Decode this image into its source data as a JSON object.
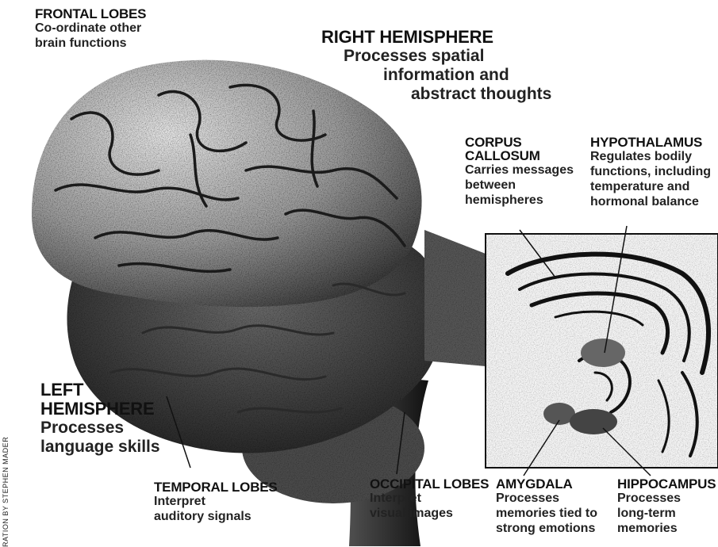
{
  "labels": {
    "frontal_lobes": {
      "title": "FRONTAL LOBES",
      "lines": [
        "Co-ordinate other",
        "brain functions"
      ]
    },
    "right_hemisphere": {
      "title": "RIGHT HEMISPHERE",
      "lines": [
        "Processes spatial",
        "information and",
        "abstract thoughts"
      ]
    },
    "corpus_callosum": {
      "title_lines": [
        "CORPUS",
        "CALLOSUM"
      ],
      "lines": [
        "Carries messages",
        "between",
        "hemispheres"
      ]
    },
    "hypothalamus": {
      "title": "HYPOTHALAMUS",
      "lines": [
        "Regulates bodily",
        "functions, including",
        "temperature and",
        "hormonal balance"
      ]
    },
    "left_hemisphere": {
      "title_lines": [
        "LEFT",
        "HEMISPHERE"
      ],
      "lines": [
        "Processes",
        "language skills"
      ]
    },
    "temporal_lobes": {
      "title": "TEMPORAL LOBES",
      "lines": [
        "Interpret",
        "auditory signals"
      ]
    },
    "occipital_lobes": {
      "title": "OCCIPITAL LOBES",
      "lines": [
        "Interpret",
        "visual images"
      ]
    },
    "amygdala": {
      "title": "AMYGDALA",
      "lines": [
        "Processes",
        "memories tied to",
        "strong emotions"
      ]
    },
    "hippocampus": {
      "title": "HIPPOCAMPUS",
      "lines": [
        "Processes",
        "long-term",
        "memories"
      ]
    }
  },
  "credit": "RATION BY STEPHEN MADER"
}
